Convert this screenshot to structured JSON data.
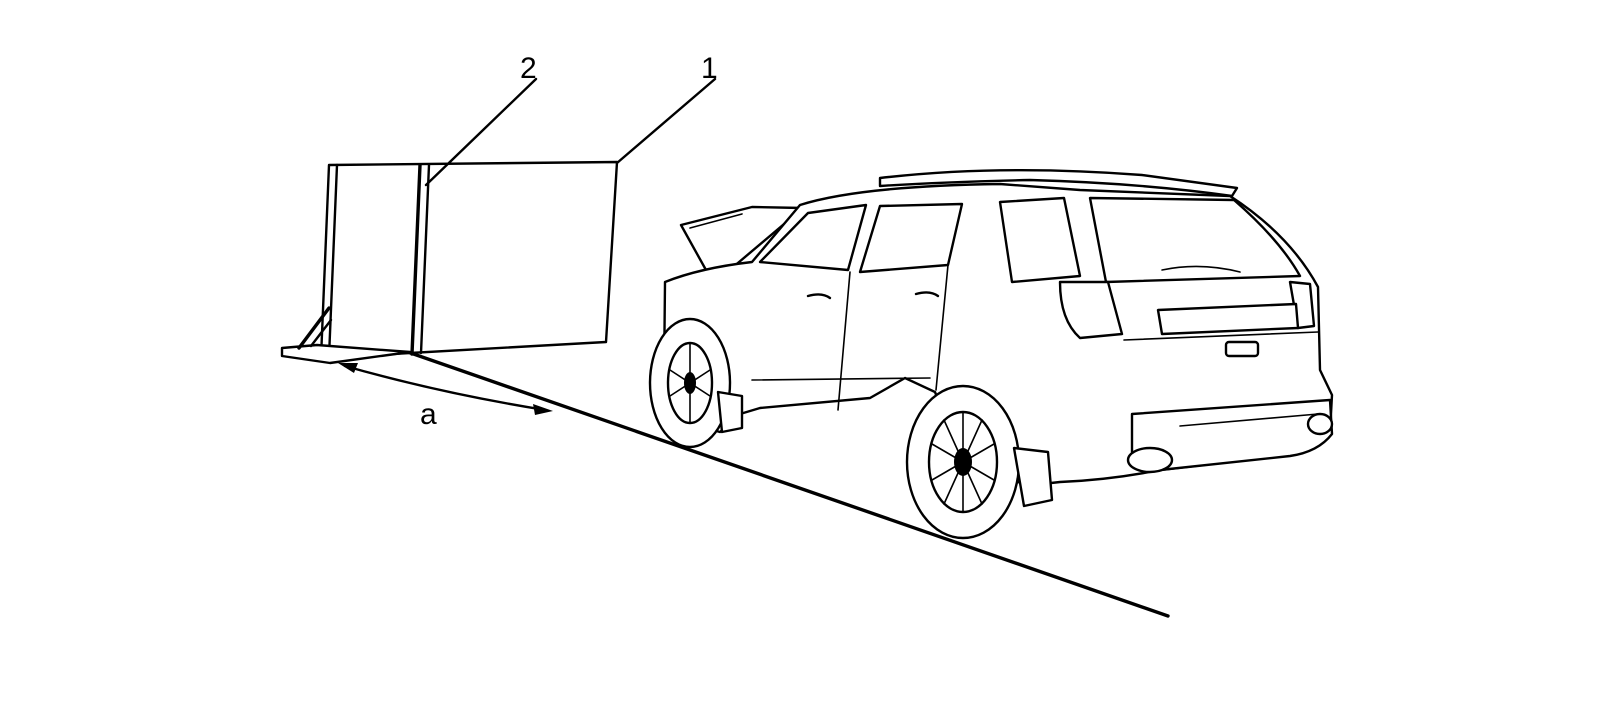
{
  "figure": {
    "callouts": {
      "target_panel": "1",
      "panel_edge": "2",
      "angle": "a"
    },
    "colors": {
      "line": "#000000",
      "background": "#ffffff"
    }
  }
}
